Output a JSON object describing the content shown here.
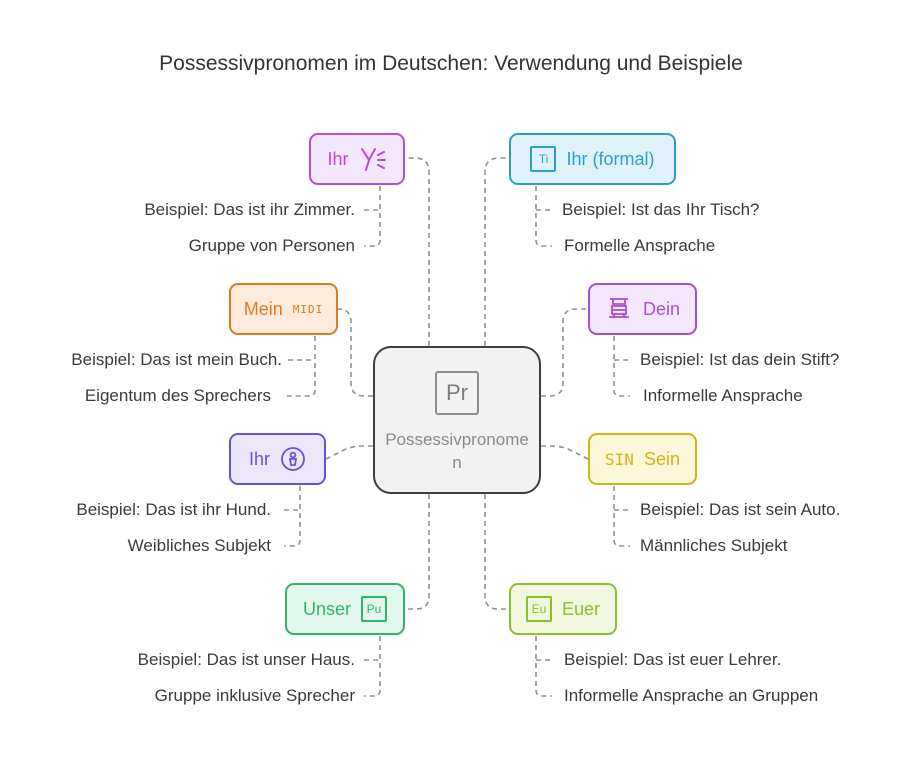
{
  "title": "Possessivpronomen im Deutschen: Verwendung und Beispiele",
  "center": {
    "label": "Possessivpronomen",
    "icon_text": "Pr",
    "icon": "pr-square-icon"
  },
  "nodes": {
    "ihr_left": {
      "label": "Ihr",
      "color": "#b84bd6",
      "bg": "#f5e7fb",
      "icon": "y-spark-icon",
      "example": "Beispiel: Das ist ihr Zimmer.",
      "desc": "Gruppe von Personen"
    },
    "mein": {
      "label": "Mein",
      "color": "#e07a1f",
      "bg": "#fdecdb",
      "icon": "midi-icon",
      "icon_text": "MIDI",
      "example": "Beispiel: Das ist mein Buch.",
      "desc": "Eigentum des Sprechers"
    },
    "ihr_she": {
      "label": "Ihr",
      "color": "#6b4fd8",
      "bg": "#ece7fb",
      "icon": "person-circle-icon",
      "example": "Beispiel: Das ist ihr Hund.",
      "desc": "Weibliches Subjekt"
    },
    "unser": {
      "label": "Unser",
      "color": "#2fb56b",
      "bg": "#e3f7ec",
      "icon": "pu-square-icon",
      "icon_text": "Pu",
      "example": "Beispiel: Das ist unser Haus.",
      "desc": "Gruppe inklusive Sprecher"
    },
    "ihr_formal": {
      "label": "Ihr (formal)",
      "color": "#2a9fcf",
      "bg": "#e0f3fb",
      "icon": "ti-square-icon",
      "icon_text": "Ti",
      "example": "Beispiel: Ist das Ihr Tisch?",
      "desc": "Formelle Ansprache"
    },
    "dein": {
      "label": "Dein",
      "color": "#a650d0",
      "bg": "#f4e6fb",
      "icon": "kanji-box-icon",
      "example": "Beispiel: Ist das dein Stift?",
      "desc": "Informelle Ansprache"
    },
    "sein": {
      "label": "Sein",
      "color": "#d4b414",
      "bg": "#fcf7d9",
      "icon": "sin-icon",
      "icon_text": "SIN",
      "example": "Beispiel: Das ist sein Auto.",
      "desc": "Männliches Subjekt"
    },
    "euer": {
      "label": "Euer",
      "color": "#8cbd2a",
      "bg": "#f1f8df",
      "icon": "eu-square-icon",
      "icon_text": "Eu",
      "example": "Beispiel: Das ist euer Lehrer.",
      "desc": "Informelle Ansprache an Gruppen"
    }
  }
}
